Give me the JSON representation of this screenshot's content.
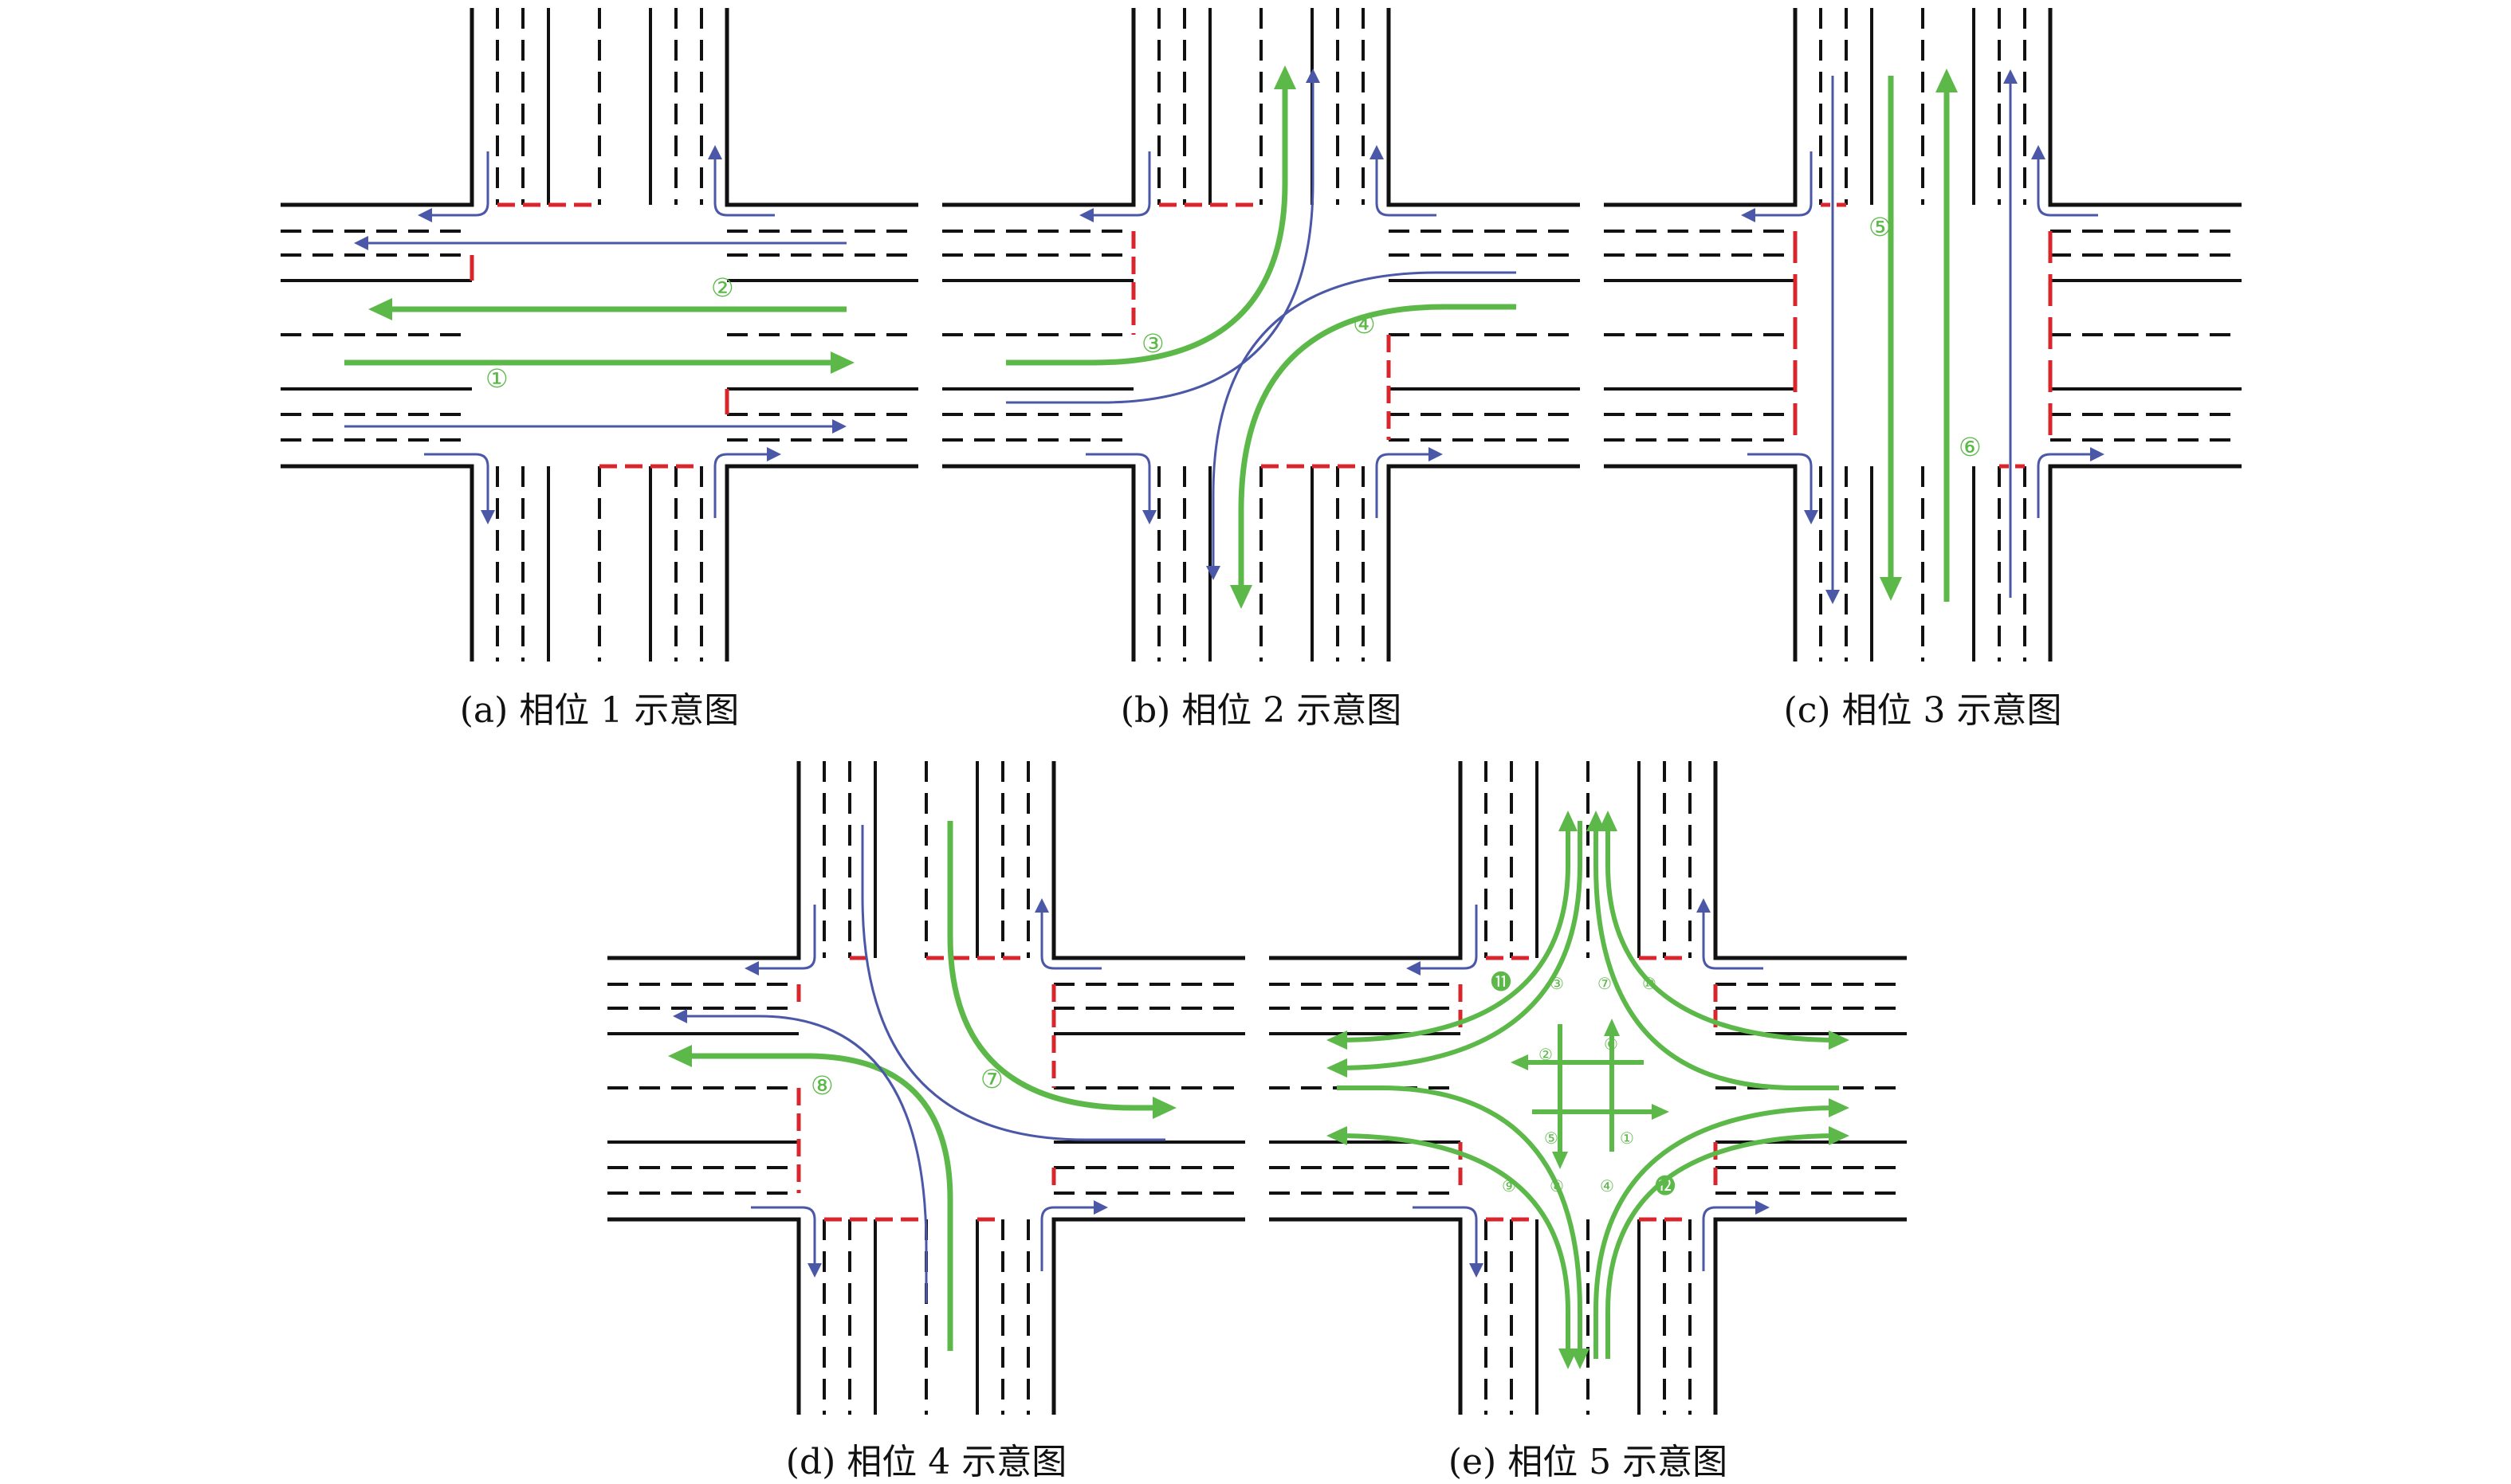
{
  "colors": {
    "road": "#111111",
    "stopline": "#d9262c",
    "main_flow": "#5cb848",
    "secondary_flow": "#4b58a8"
  },
  "panels": [
    {
      "id": "a",
      "caption": "(a) 相位 1 示意图",
      "labels": [
        "①",
        "②"
      ]
    },
    {
      "id": "b",
      "caption": "(b) 相位 2 示意图",
      "labels": [
        "③",
        "④"
      ]
    },
    {
      "id": "c",
      "caption": "(c) 相位 3 示意图",
      "labels": [
        "⑤",
        "⑥"
      ]
    },
    {
      "id": "d",
      "caption": "(d) 相位 4 示意图",
      "labels": [
        "⑦",
        "⑧"
      ]
    },
    {
      "id": "e",
      "caption": "(e) 相位 5 示意图",
      "labels": [
        "①",
        "②",
        "③",
        "④",
        "⑤",
        "⑥",
        "⑦",
        "⑧",
        "⑨",
        "⑩",
        "⓫",
        "⓬"
      ]
    }
  ]
}
